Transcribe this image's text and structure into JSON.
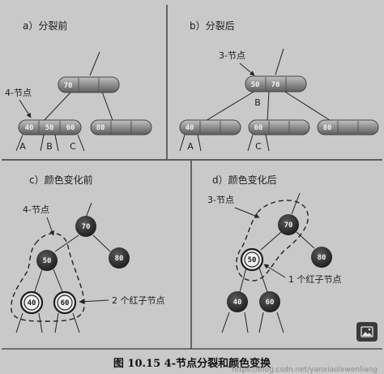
{
  "panels": {
    "a": {
      "title": "a）分裂前",
      "node_label": "4-节点",
      "parent_keys": [
        "70"
      ],
      "child_keys": [
        "40",
        "50",
        "60"
      ],
      "sibling_keys": [
        "80"
      ],
      "subtrees": [
        "A",
        "B",
        "C"
      ]
    },
    "b": {
      "title": "b）分裂后",
      "node_label": "3-节点",
      "parent_keys": [
        "50",
        "70"
      ],
      "child_left": "40",
      "child_mid": "60",
      "child_right": "80",
      "subtrees": [
        "A",
        "B",
        "C"
      ]
    },
    "c": {
      "title": "c）颜色变化前",
      "node_label": "4-节点",
      "nodes": [
        "70",
        "80",
        "50",
        "40",
        "60"
      ],
      "red_label": "2 个红子节点"
    },
    "d": {
      "title": "d）颜色变化后",
      "node_label": "3-节点",
      "nodes": [
        "70",
        "80",
        "50",
        "40",
        "60"
      ],
      "red_label": "1 个红子节点"
    }
  },
  "caption": "图 10.15   4-节点分裂和颜色变换",
  "watermark": "https://blog.csdn.net/yanxiaolxwenliang",
  "image_icon": "picture-icon",
  "colors": {
    "background": "#c9c9c9",
    "dark_node": "#2e2e2e",
    "light_node": "#efefef",
    "bar_node": "#8f8f8f"
  }
}
